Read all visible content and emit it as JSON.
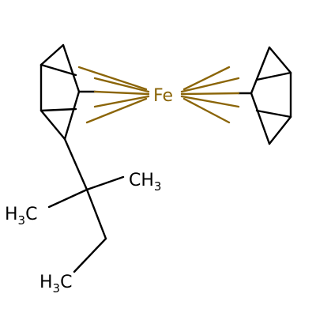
{
  "molecule": {
    "atoms": {
      "fe": {
        "element": "Fe",
        "color": "#8B6508"
      },
      "ch3_upper": {
        "main": "CH",
        "sub": "3"
      },
      "h3c_left": {
        "main": "H",
        "sub": "3",
        "tail": "C"
      },
      "h3c_bottom": {
        "main": "H",
        "sub": "3",
        "tail": "C"
      }
    },
    "colors": {
      "bond": "#000000",
      "metal_bond": "#8B6508",
      "label": "#000000",
      "background": "#ffffff"
    }
  }
}
